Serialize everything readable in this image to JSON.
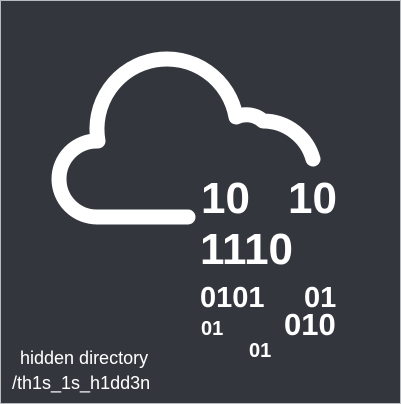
{
  "illustration": {
    "icon": "cloud-binary-icon",
    "colors": {
      "background": "#33373d",
      "foreground": "#ffffff"
    },
    "binary_rows": {
      "row1_left": "10",
      "row1_right": "10",
      "row2": "1110",
      "row3_left": "0101",
      "row3_right": "01",
      "row4_left": "01",
      "row4_right": "010",
      "row5": "01"
    }
  },
  "caption": {
    "line1": "hidden directory",
    "line2": "/th1s_1s_h1dd3n"
  }
}
